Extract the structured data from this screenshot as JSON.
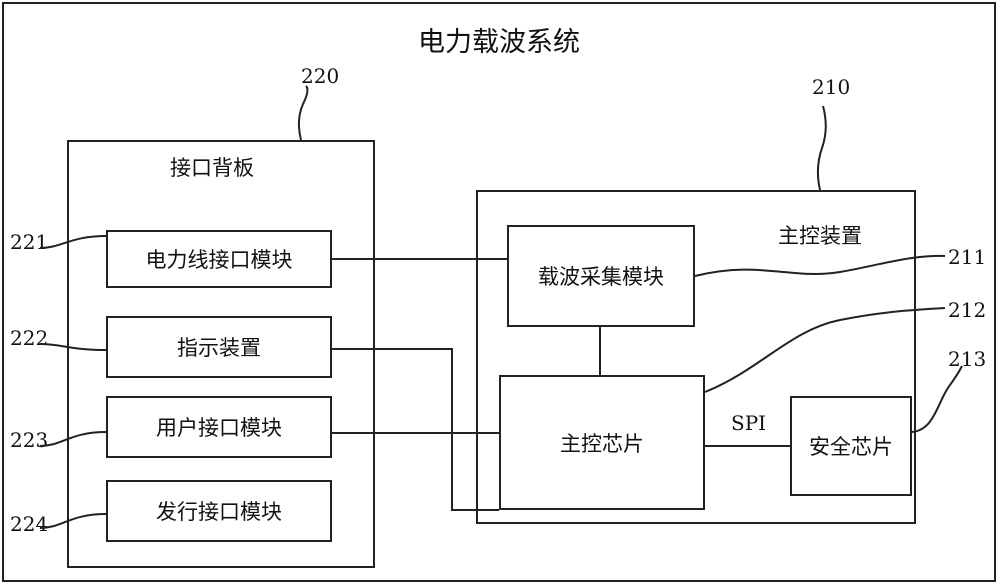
{
  "title": "电力载波系统",
  "backplane": {
    "ref": "220",
    "label": "接口背板",
    "modules": [
      {
        "ref": "221",
        "label": "电力线接口模块"
      },
      {
        "ref": "222",
        "label": "指示装置"
      },
      {
        "ref": "223",
        "label": "用户接口模块"
      },
      {
        "ref": "224",
        "label": "发行接口模块"
      }
    ]
  },
  "master": {
    "ref": "210",
    "label": "主控装置",
    "carrier": {
      "ref": "211",
      "label": "载波采集模块"
    },
    "chip": {
      "ref": "212",
      "label": "主控芯片"
    },
    "security": {
      "ref": "213",
      "label": "安全芯片"
    },
    "bus_label": "SPI"
  }
}
